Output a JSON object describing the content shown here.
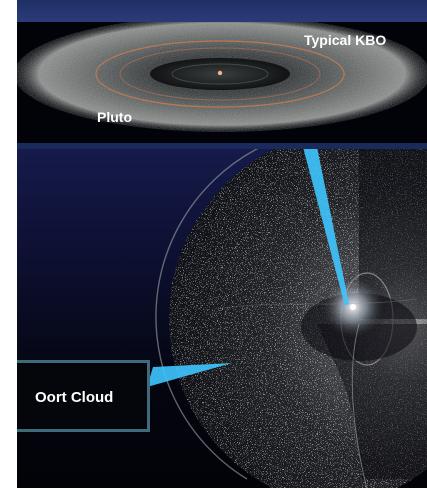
{
  "labels": {
    "typical_kbo": "Typical KBO",
    "pluto": "Pluto",
    "oort_cloud": "Oort Cloud"
  },
  "colors": {
    "top_strip": "#2a3b78",
    "pointer_beam": "#3fc6ff",
    "callout_border": "#3f6a7a",
    "orbit_ring": "#c27a52"
  }
}
